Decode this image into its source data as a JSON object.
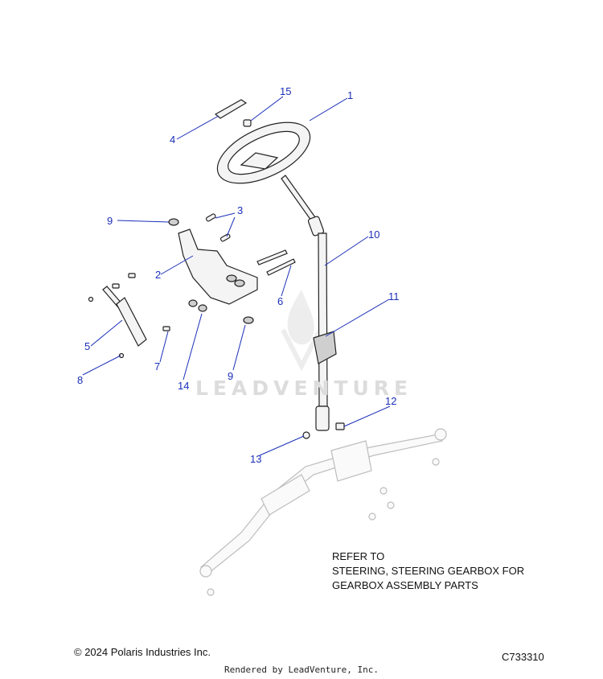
{
  "callouts": [
    "1",
    "2",
    "3",
    "4",
    "5",
    "6",
    "7",
    "8",
    "9",
    "9",
    "10",
    "11",
    "12",
    "13",
    "14",
    "15"
  ],
  "note": {
    "line1": "REFER TO",
    "line2": "STEERING, STEERING GEARBOX FOR",
    "line3": "GEARBOX ASSEMBLY PARTS"
  },
  "copyright": "© 2024 Polaris Industries Inc.",
  "diagram_code": "C733310",
  "rendered_by": "Rendered by LeadVenture, Inc.",
  "watermark": "LEADVENTURE",
  "colors": {
    "callout": "#1a2fb8",
    "line": "#222222",
    "faded_part": "#bdbdbd"
  }
}
